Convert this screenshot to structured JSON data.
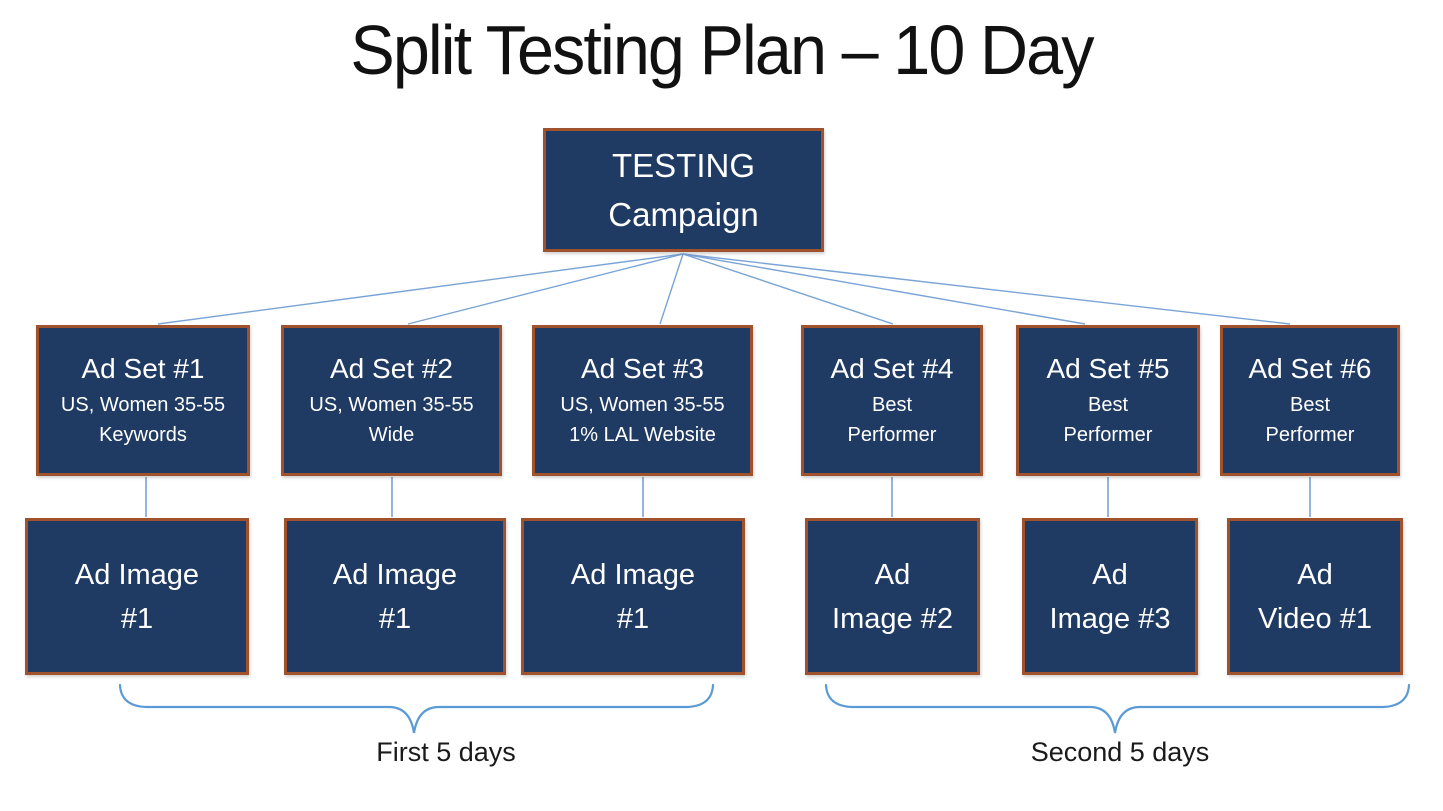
{
  "title": "Split Testing Plan – 10 Day",
  "campaign": {
    "name": "TESTING",
    "subtitle": "Campaign"
  },
  "ad_sets": [
    {
      "name": "Ad Set #1",
      "sub1": "US, Women 35-55",
      "sub2": "Keywords",
      "creative1": "Ad Image",
      "creative2": "#1"
    },
    {
      "name": "Ad Set #2",
      "sub1": "US, Women 35-55",
      "sub2": "Wide",
      "creative1": "Ad Image",
      "creative2": "#1"
    },
    {
      "name": "Ad Set #3",
      "sub1": "US, Women 35-55",
      "sub2": "1% LAL Website",
      "creative1": "Ad Image",
      "creative2": "#1"
    },
    {
      "name": "Ad Set #4",
      "sub1": "Best",
      "sub2": "Performer",
      "creative1": "Ad",
      "creative2": "Image #2"
    },
    {
      "name": "Ad Set #5",
      "sub1": "Best",
      "sub2": "Performer",
      "creative1": "Ad",
      "creative2": "Image #3"
    },
    {
      "name": "Ad Set #6",
      "sub1": "Best",
      "sub2": "Performer",
      "creative1": "Ad",
      "creative2": "Video #1"
    }
  ],
  "groups": [
    {
      "label": "First 5 days"
    },
    {
      "label": "Second 5 days"
    }
  ],
  "colors": {
    "node_fill": "#1F3A63",
    "node_border": "#A0522D",
    "connector": "#7AA4D6",
    "brace": "#5B9BD5",
    "node_text": "#FFFFFF",
    "title_text": "#111111",
    "background": "#FFFFFF"
  }
}
